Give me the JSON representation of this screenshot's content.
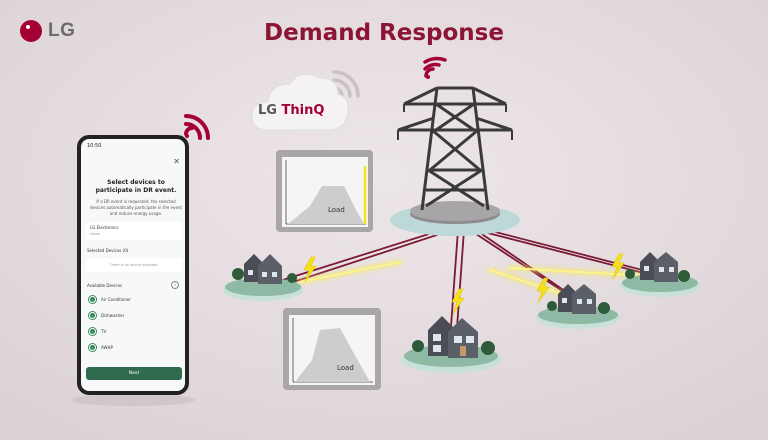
{
  "brand": {
    "logo_text": "LG"
  },
  "title": "Demand Response",
  "cloud": {
    "label_prefix": "LG ",
    "label_accent": "ThinQ"
  },
  "charts": {
    "top_label": "Load",
    "bottom_label": "Load"
  },
  "phone": {
    "time": "10:50",
    "close_icon": "close-icon",
    "heading": "Select devices to participate in DR event.",
    "description": "If a DR event is requested, the selected devices automatically participate in the event and reduce energy usage.",
    "account_name": "LG Electronics",
    "account_sub": "Home",
    "selected_label": "Selected Devices (0)",
    "no_device_text": "There is no device selected.",
    "available_label": "Available Devices",
    "info_icon": "info-icon",
    "devices": [
      "Air Conditioner",
      "Dishwasher",
      "TV",
      "AWHP"
    ],
    "next_label": "Next"
  },
  "colors": {
    "brand": "#a50034",
    "title": "#8c1535",
    "button": "#2f6b4f",
    "bolt": "#f4e11a",
    "background": "#e5dde0"
  }
}
